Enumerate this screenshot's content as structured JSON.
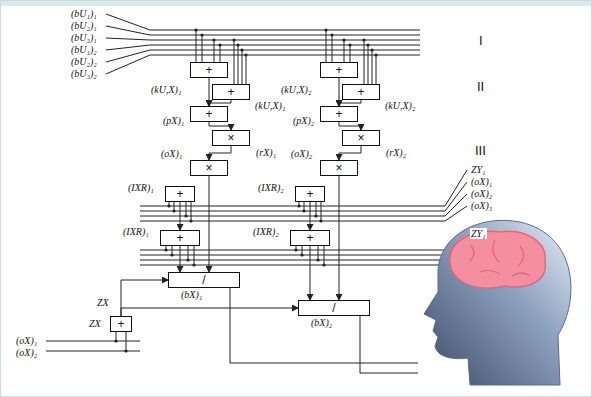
{
  "diagram": {
    "nodes": [
      {
        "text": [
          "+"
        ]
      },
      {
        "text": [
          "+"
        ]
      },
      {
        "text": [
          "+"
        ]
      },
      {
        "text": [
          "×"
        ]
      },
      {
        "text": [
          "×"
        ]
      },
      {
        "text": [
          "+"
        ]
      },
      {
        "text": [
          "+"
        ]
      },
      {
        "text": [
          "/"
        ]
      },
      {
        "text": [
          "+"
        ]
      },
      {
        "text": [
          "+"
        ]
      },
      {
        "text": [
          "+"
        ]
      },
      {
        "text": [
          "×"
        ]
      },
      {
        "text": [
          "×"
        ]
      },
      {
        "text": [
          "+"
        ]
      },
      {
        "text": [
          "+"
        ]
      },
      {
        "text": [
          "/"
        ]
      },
      {
        "text": [
          "+"
        ]
      }
    ],
    "edges": [
      {
        "from": 0,
        "to": 2,
        "arrow": "to"
      },
      {
        "from": 1,
        "to": 2,
        "arrow": "to"
      },
      {
        "from": 2,
        "to": 3,
        "arrow": "to"
      },
      {
        "from": 3,
        "to": 4,
        "arrow": "to"
      },
      {
        "from": 4,
        "to": 7,
        "arrow": "to"
      },
      {
        "from": 5,
        "to": 6,
        "arrow": "to"
      },
      {
        "from": 6,
        "to": 7,
        "arrow": "to"
      },
      {
        "from": 8,
        "to": 10,
        "arrow": "to"
      },
      {
        "from": 9,
        "to": 10,
        "arrow": "to"
      },
      {
        "from": 10,
        "to": 11,
        "arrow": "to"
      },
      {
        "from": 11,
        "to": 12,
        "arrow": "to"
      },
      {
        "from": 12,
        "to": 15,
        "arrow": "to"
      },
      {
        "from": 13,
        "to": 14,
        "arrow": "to"
      },
      {
        "from": 14,
        "to": 15,
        "arrow": "to"
      },
      {
        "from": 16,
        "to": 7,
        "arrow": "to"
      },
      {
        "from": 16,
        "to": 15,
        "arrow": "to"
      }
    ],
    "labels": [
      "(bU₁)₁",
      "(bU₂)₁",
      "(bU₃)₁",
      "(bU₁)₂",
      "(bU₂)₂",
      "(bU₃)₂",
      "I",
      "II",
      "III",
      "(kU,X)₁",
      "(kU,X)₁",
      "(pX)₁",
      "(rX)₁",
      "(oX)₁",
      "(IXR)₁",
      "(IXR)₁",
      "(bX)₁",
      "(kU,X)₂",
      "(kU,X)₂",
      "(pX)₂",
      "(rX)₂",
      "(oX)₂",
      "(IXR)₂",
      "(IXR)₂",
      "(bX)₂",
      "ZY₁",
      "(oX)₁",
      "(oX)₂",
      "(oX)₃",
      "ZY₁",
      "ZX",
      "ZX",
      "(oX)₁",
      "(oX)₂"
    ]
  }
}
